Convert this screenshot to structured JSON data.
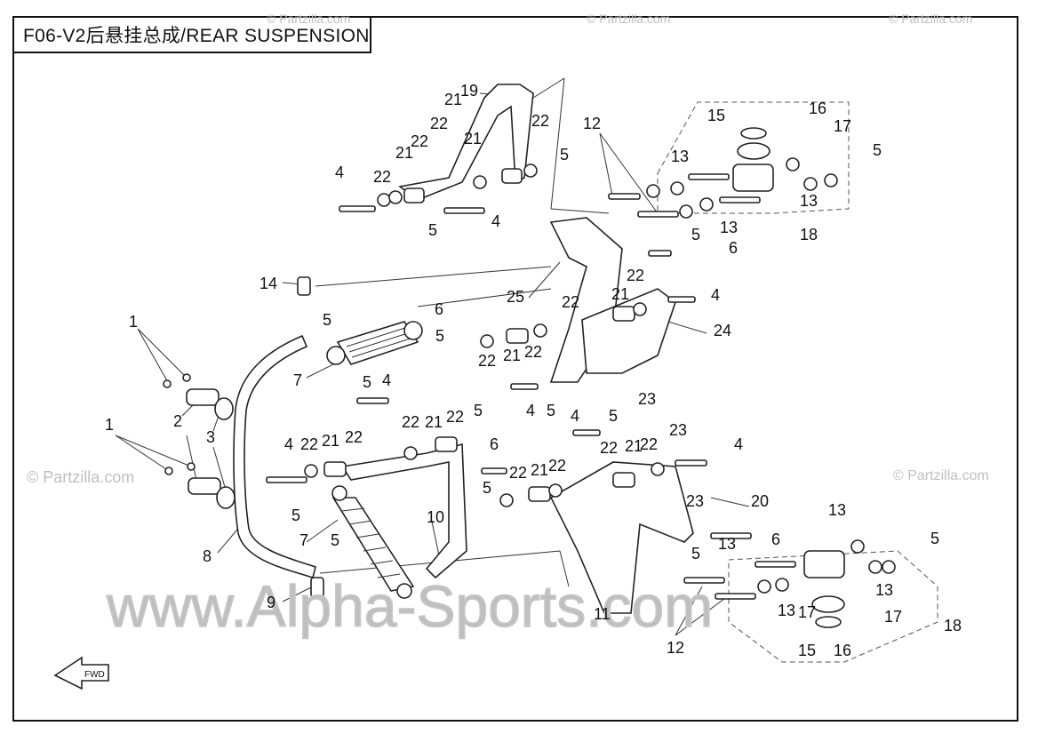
{
  "title": "F06-V2后悬挂总成/REAR SUSPENSION",
  "watermarks": {
    "small": "© Partzilla.com",
    "large": "www.Alpha-Sports.com"
  },
  "fwd_label": "FWD",
  "callouts": [
    "1",
    "2",
    "3",
    "4",
    "5",
    "6",
    "7",
    "8",
    "9",
    "10",
    "11",
    "12",
    "13",
    "14",
    "15",
    "16",
    "17",
    "18",
    "19",
    "20",
    "21",
    "22",
    "23",
    "24",
    "25"
  ],
  "colors": {
    "line": "#222222",
    "watermark": "#bfbfbf"
  }
}
